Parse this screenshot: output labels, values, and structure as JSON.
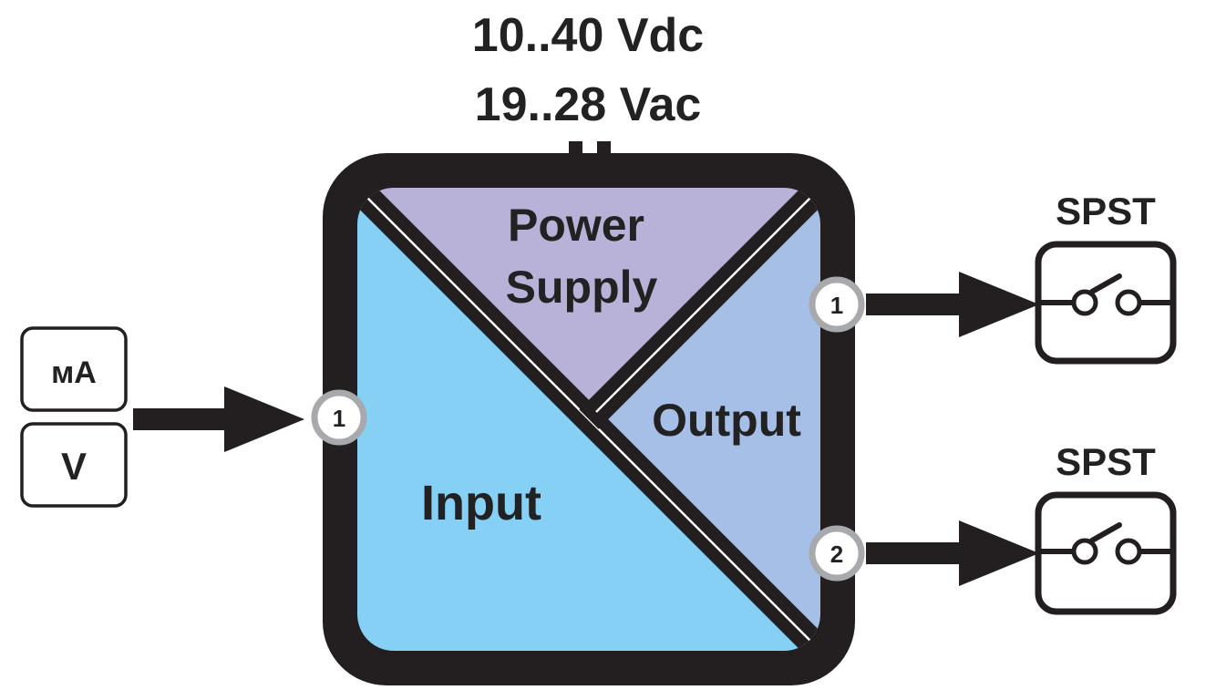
{
  "supply": {
    "dc": "10..40 Vdc",
    "ac": "19..28 Vac"
  },
  "sections": {
    "power_supply_line1": "Power",
    "power_supply_line2": "Supply",
    "input": "Input",
    "output": "Output"
  },
  "input_signals": {
    "current": "мA",
    "voltage": "V"
  },
  "ports": {
    "input_1": "1",
    "output_1": "1",
    "output_2": "2"
  },
  "relays": [
    {
      "label": "SPST"
    },
    {
      "label": "SPST"
    }
  ],
  "colors": {
    "input_fill": "#85d0f4",
    "power_fill": "#b8b2d8",
    "output_fill": "#a6bfe6",
    "frame": "#231f20",
    "port_ring": "#a7a9ac"
  }
}
